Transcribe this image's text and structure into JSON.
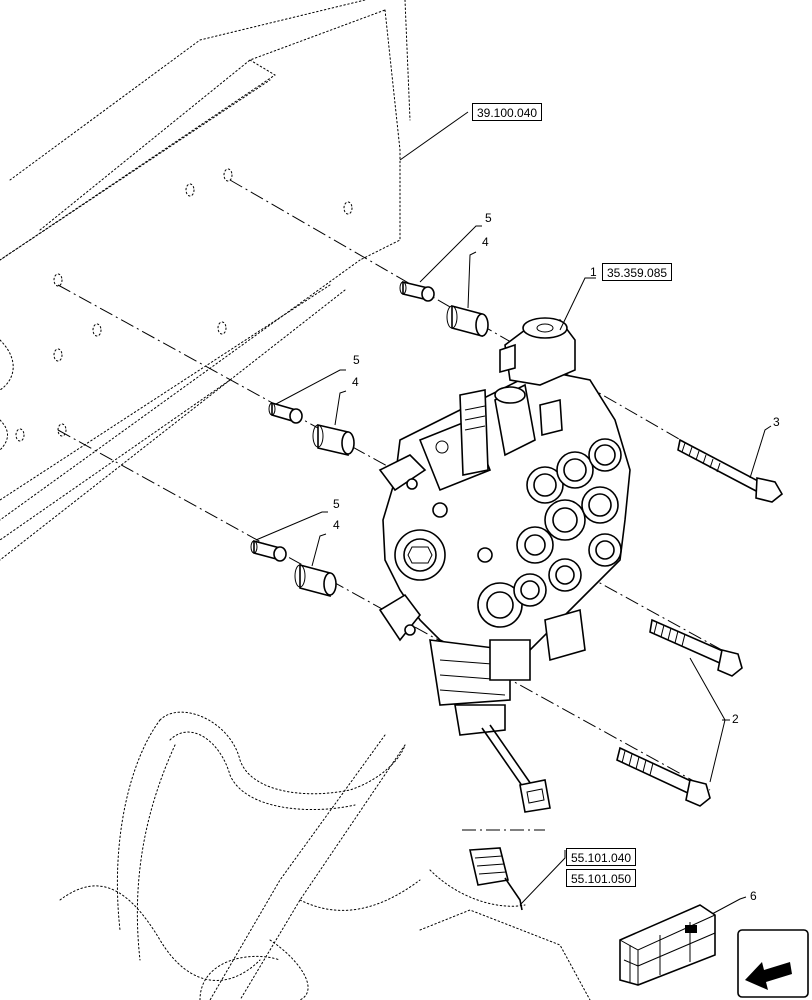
{
  "references": {
    "frame": "39.100.040",
    "valve": "35.359.085",
    "harness_a": "55.101.040",
    "harness_b": "55.101.050"
  },
  "callouts": {
    "c1": "1",
    "c2": "2",
    "c3": "3",
    "c4a": "4",
    "c4b": "4",
    "c4c": "4",
    "c5a": "5",
    "c5b": "5",
    "c5c": "5",
    "c6": "6"
  }
}
